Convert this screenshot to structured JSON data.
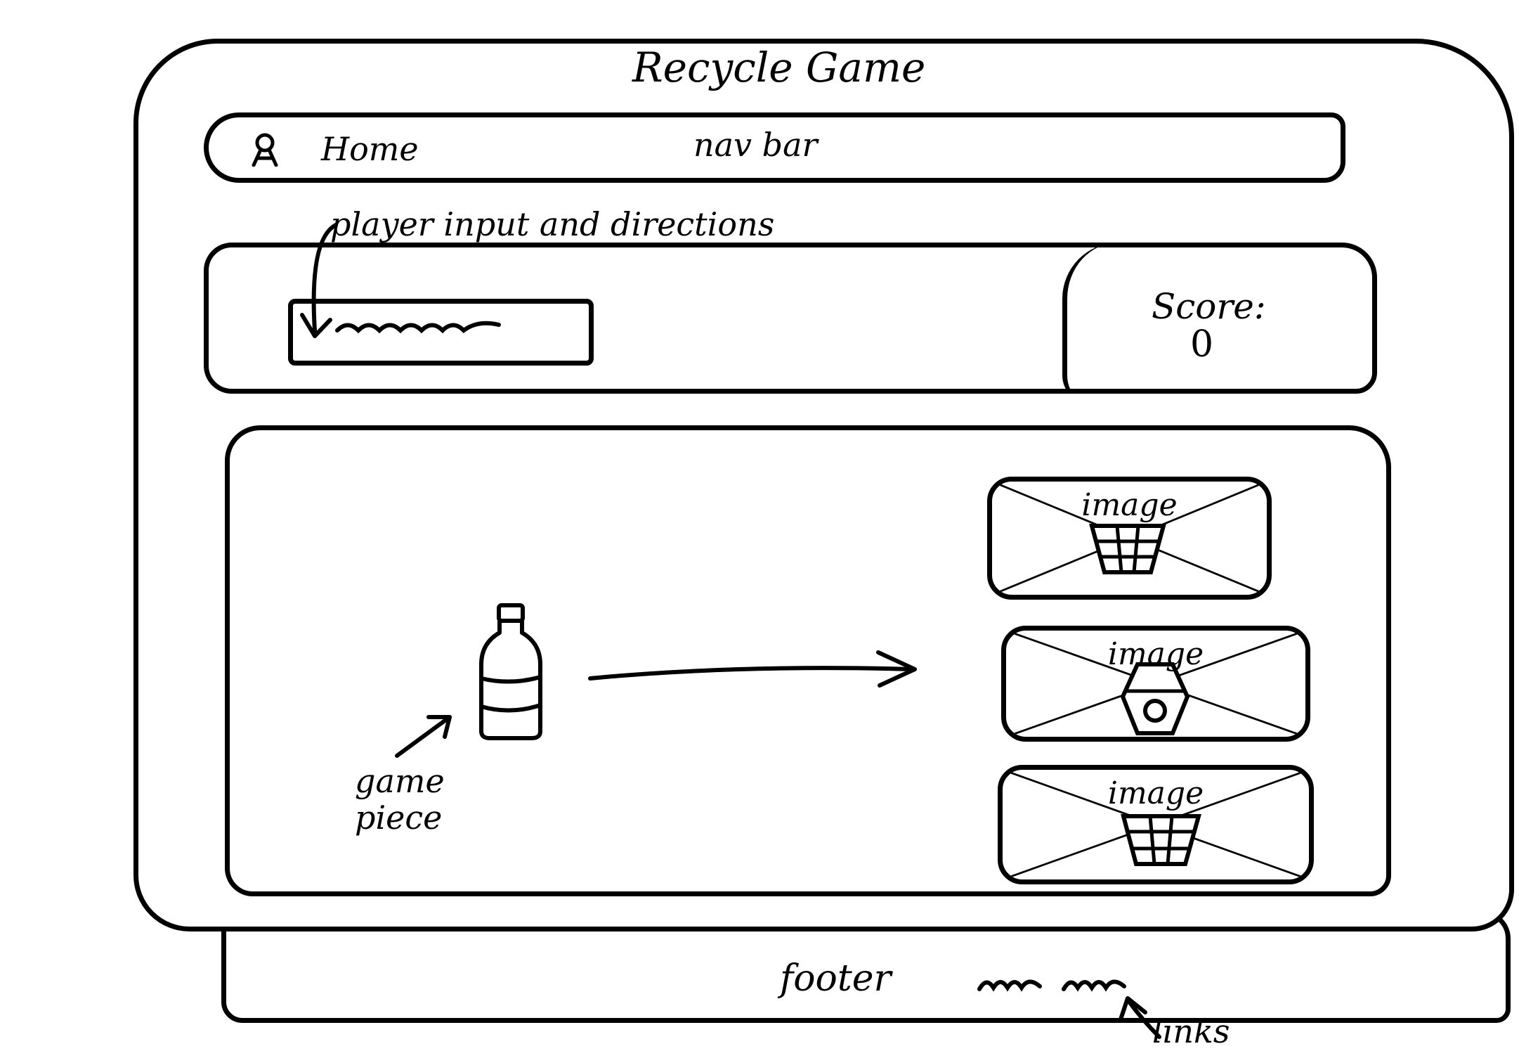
{
  "window": {
    "title": "Recycle Game"
  },
  "navbar": {
    "home_label": "Home",
    "label": "nav bar",
    "home_icon": "user-icon"
  },
  "annotations": {
    "input_label": "player input and directions",
    "game_piece_label": "game piece",
    "links_label": "links"
  },
  "score": {
    "label": "Score:",
    "value": "0"
  },
  "game": {
    "piece_icon": "bottle-icon",
    "bins": [
      {
        "label": "image",
        "icon": "basket-icon"
      },
      {
        "label": "image",
        "icon": "hexagon-bin-icon"
      },
      {
        "label": "image",
        "icon": "basket-icon"
      }
    ]
  },
  "footer": {
    "label": "footer"
  }
}
